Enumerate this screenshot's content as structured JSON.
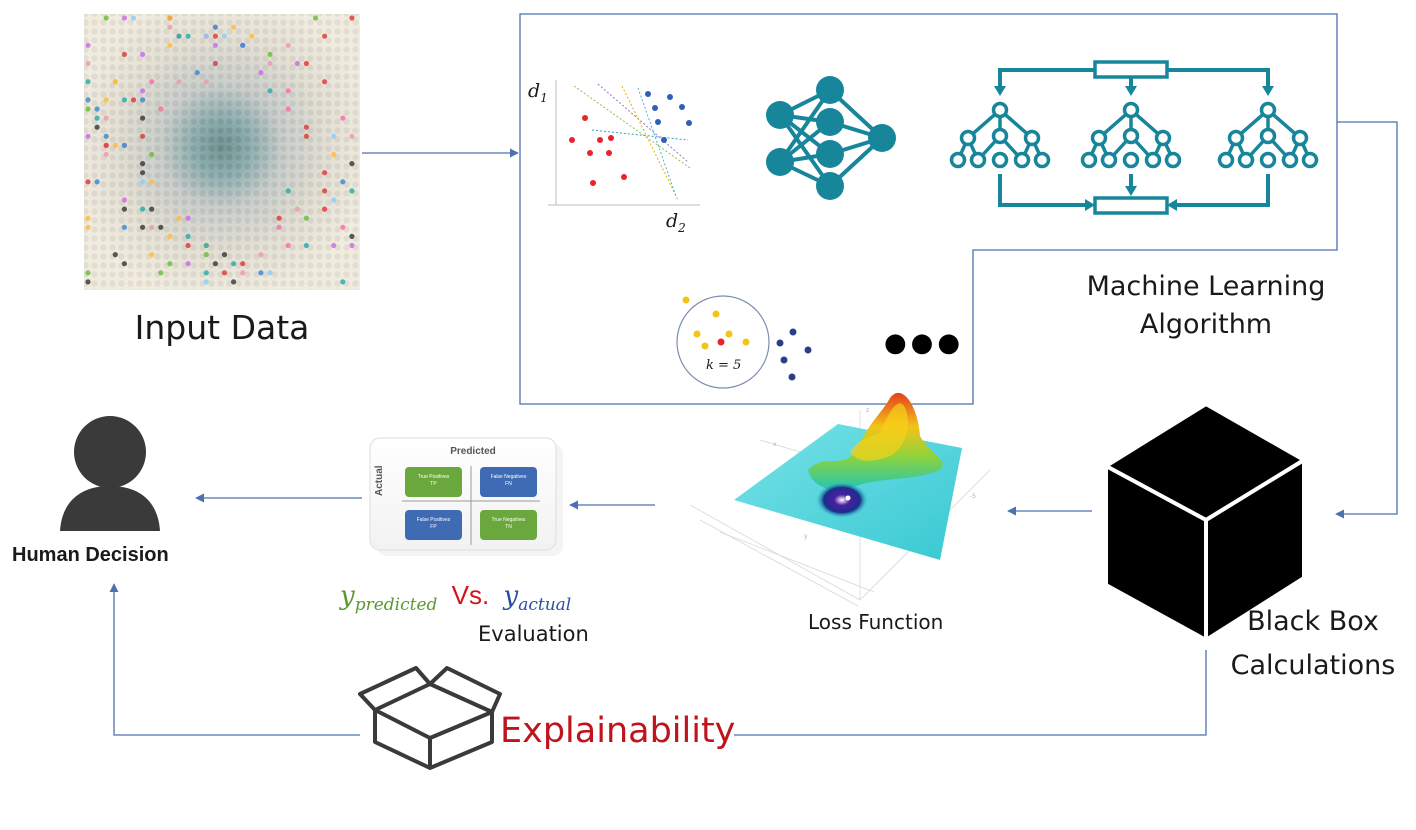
{
  "input_data": {
    "label": "Input Data"
  },
  "ml_algorithm": {
    "label_line1": "Machine Learning",
    "label_line2": "Algorithm",
    "linear_axis_y": "d",
    "linear_axis_y_sub": "1",
    "linear_axis_x": "d",
    "linear_axis_x_sub": "2",
    "knn_label": "k = 5",
    "more_label": "●●●"
  },
  "black_box": {
    "label_line1": "Black Box",
    "label_line2": "Calculations"
  },
  "loss_function": {
    "label": "Loss Function"
  },
  "evaluation": {
    "matrix_title": "Predicted",
    "matrix_side": "Actual",
    "cells": [
      {
        "line1": "True Positives",
        "line2": "TP"
      },
      {
        "line1": "False Negatives",
        "line2": "FN"
      },
      {
        "line1": "False Positives",
        "line2": "FP"
      },
      {
        "line1": "True Negatives",
        "line2": "TN"
      }
    ],
    "y_pred_main": "y",
    "y_pred_sub": "predicted",
    "vs_label": "Vs.",
    "y_act_main": "y",
    "y_act_sub": "actual",
    "label": "Evaluation"
  },
  "human_decision": {
    "label": "Human Decision"
  },
  "explainability": {
    "label": "Explainability"
  },
  "colors": {
    "arrow": "#4a72b0",
    "teal": "#17869a",
    "explainability": "#c0141c",
    "ypred": "#5a9a2e",
    "yact": "#2b4fa3",
    "vs": "#d4141c",
    "matrix_green": "#6aa83e",
    "matrix_blue": "#3f6bb5"
  }
}
